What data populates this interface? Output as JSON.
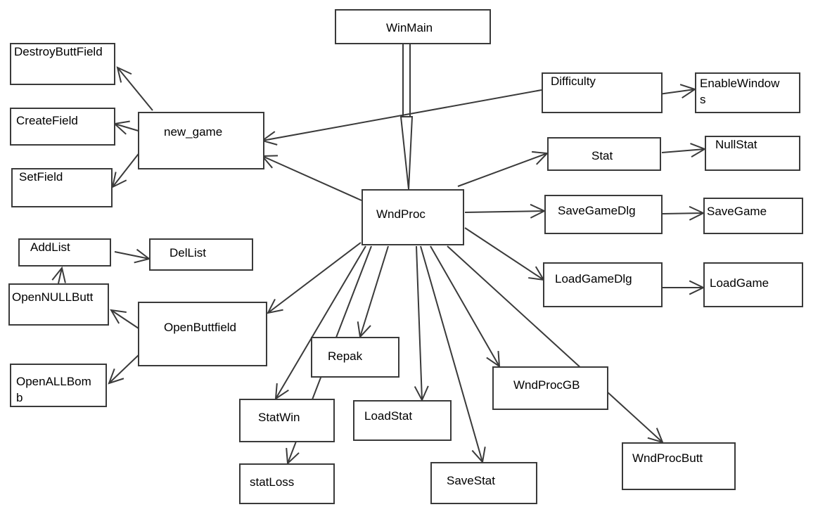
{
  "diagram": {
    "nodes": [
      {
        "id": "winmain",
        "label": "WinMain"
      },
      {
        "id": "destroybuttfield",
        "label": "DestroyButtField"
      },
      {
        "id": "createfield",
        "label": "CreateField"
      },
      {
        "id": "setfield",
        "label": "SetField"
      },
      {
        "id": "new_game",
        "label": "new_game"
      },
      {
        "id": "difficulty",
        "label": "Difficulty"
      },
      {
        "id": "enablewindows",
        "label": "EnableWindow",
        "label2": "s"
      },
      {
        "id": "stat",
        "label": "Stat"
      },
      {
        "id": "nullstat",
        "label": "NullStat"
      },
      {
        "id": "wndproc",
        "label": "WndProc"
      },
      {
        "id": "savegamedlg",
        "label": "SaveGameDlg"
      },
      {
        "id": "savegame",
        "label": "SaveGame"
      },
      {
        "id": "addlist",
        "label": "AddList"
      },
      {
        "id": "dellist",
        "label": "DelList"
      },
      {
        "id": "loadgamedlg",
        "label": "LoadGameDlg"
      },
      {
        "id": "loadgame",
        "label": "LoadGame"
      },
      {
        "id": "opennullbutt",
        "label": "OpenNULLButt"
      },
      {
        "id": "openbuttfield",
        "label": "OpenButtfield"
      },
      {
        "id": "repak",
        "label": "Repak"
      },
      {
        "id": "openallbomb",
        "label": "OpenALLBom",
        "label2": "b"
      },
      {
        "id": "wndprocgb",
        "label": "WndProcGB"
      },
      {
        "id": "statwin",
        "label": "StatWin"
      },
      {
        "id": "loadstat",
        "label": "LoadStat"
      },
      {
        "id": "wndprocbutt",
        "label": "WndProcButt"
      },
      {
        "id": "statloss",
        "label": "statLoss"
      },
      {
        "id": "savestat",
        "label": "SaveStat"
      }
    ],
    "edges": [
      {
        "from": "winmain",
        "to": "wndproc",
        "style": "hollow-arrow"
      },
      {
        "from": "new_game",
        "to": "destroybuttfield"
      },
      {
        "from": "new_game",
        "to": "createfield"
      },
      {
        "from": "new_game",
        "to": "setfield"
      },
      {
        "from": "difficulty",
        "to": "new_game"
      },
      {
        "from": "difficulty",
        "to": "enablewindows"
      },
      {
        "from": "wndproc",
        "to": "new_game"
      },
      {
        "from": "wndproc",
        "to": "stat"
      },
      {
        "from": "stat",
        "to": "nullstat"
      },
      {
        "from": "wndproc",
        "to": "savegamedlg"
      },
      {
        "from": "savegamedlg",
        "to": "savegame"
      },
      {
        "from": "wndproc",
        "to": "loadgamedlg"
      },
      {
        "from": "loadgamedlg",
        "to": "loadgame"
      },
      {
        "from": "addlist",
        "to": "dellist"
      },
      {
        "from": "opennullbutt",
        "to": "addlist"
      },
      {
        "from": "openbuttfield",
        "to": "opennullbutt"
      },
      {
        "from": "openbuttfield",
        "to": "openallbomb"
      },
      {
        "from": "wndproc",
        "to": "openbuttfield"
      },
      {
        "from": "wndproc",
        "to": "repak"
      },
      {
        "from": "wndproc",
        "to": "statwin"
      },
      {
        "from": "wndproc",
        "to": "statloss"
      },
      {
        "from": "wndproc",
        "to": "loadstat"
      },
      {
        "from": "wndproc",
        "to": "savestat"
      },
      {
        "from": "wndproc",
        "to": "wndprocgb"
      },
      {
        "from": "wndproc",
        "to": "wndprocbutt"
      }
    ]
  }
}
